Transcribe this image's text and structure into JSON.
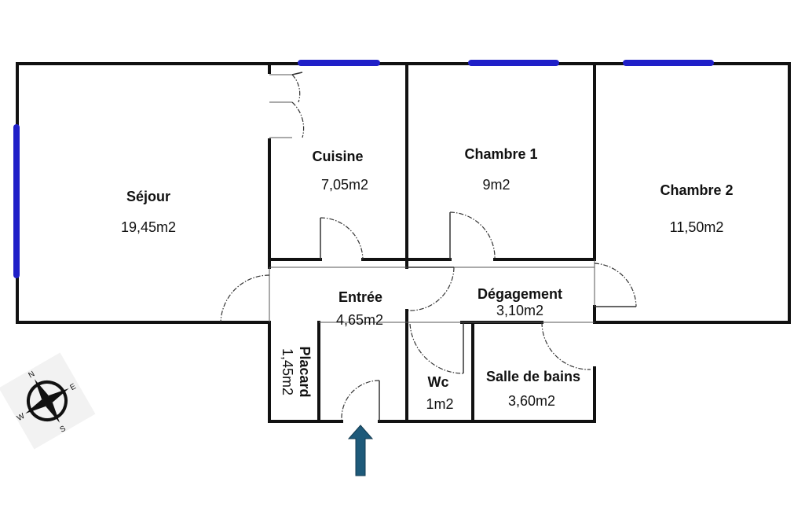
{
  "rooms": {
    "sejour": {
      "name": "Séjour",
      "area": "19,45m2"
    },
    "cuisine": {
      "name": "Cuisine",
      "area": "7,05m2"
    },
    "chambre1": {
      "name": "Chambre 1",
      "area": "9m2"
    },
    "chambre2": {
      "name": "Chambre 2",
      "area": "11,50m2"
    },
    "entree": {
      "name": "Entrée",
      "area": "4,65m2"
    },
    "degagement": {
      "name": "Dégagement",
      "area": "3,10m2"
    },
    "placard": {
      "name": "Placard",
      "area": "1,45m2"
    },
    "wc": {
      "name": "Wc",
      "area": "1m2"
    },
    "salle_de_bains": {
      "name": "Salle de bains",
      "area": "3,60m2"
    }
  },
  "compass": {
    "n": "N",
    "e": "E",
    "s": "S",
    "w": "W"
  },
  "colors": {
    "wall": "#111111",
    "window": "#1f1fc8",
    "arrow": "#1e5a7a",
    "compass_bg": "#f2f2f2"
  },
  "icons": {
    "entrance": "entrance-arrow-icon",
    "compass": "compass-rose-icon"
  }
}
